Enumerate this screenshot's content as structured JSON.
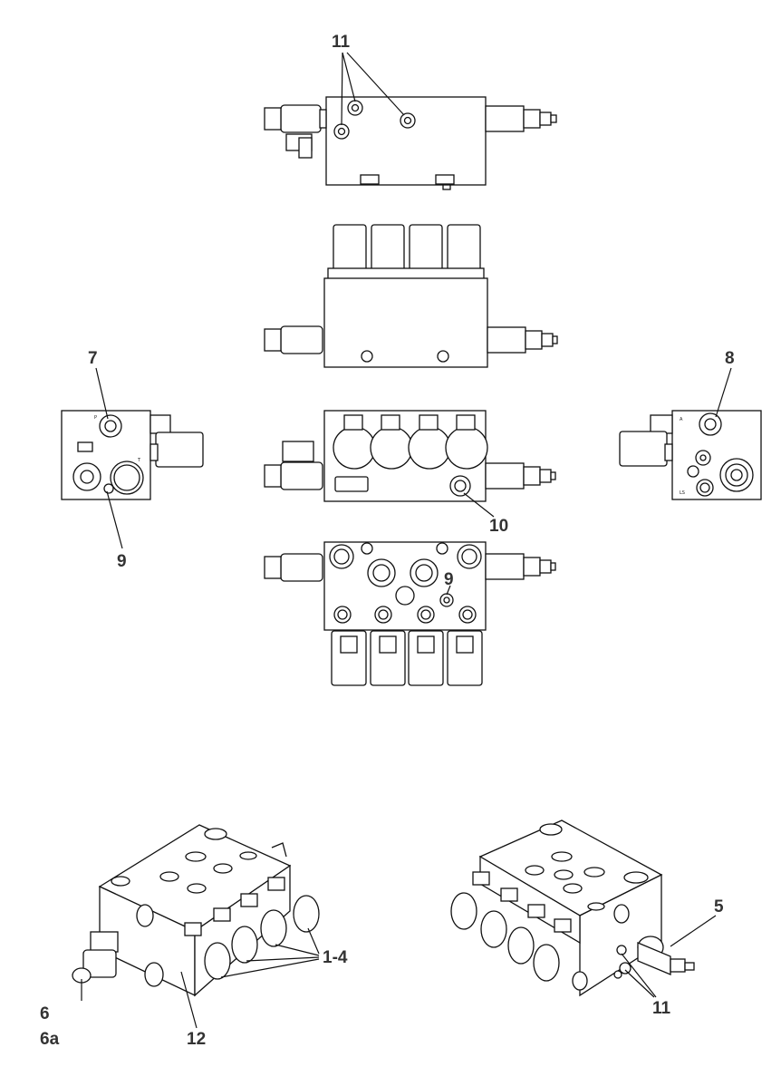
{
  "callouts": {
    "c11_top": "11",
    "c7": "7",
    "c8": "8",
    "c9_left": "9",
    "c10": "10",
    "c9_center": "9",
    "c5": "5",
    "c6": "6",
    "c6a": "6a",
    "c12": "12",
    "c1_4": "1-4",
    "c11_iso": "11"
  },
  "port_labels": {
    "p_left": "P",
    "t_left": "T",
    "a_right": "A",
    "ls_right": "LS"
  },
  "colors": {
    "line": "#111111",
    "callout_text": "#333333",
    "background": "#ffffff"
  }
}
